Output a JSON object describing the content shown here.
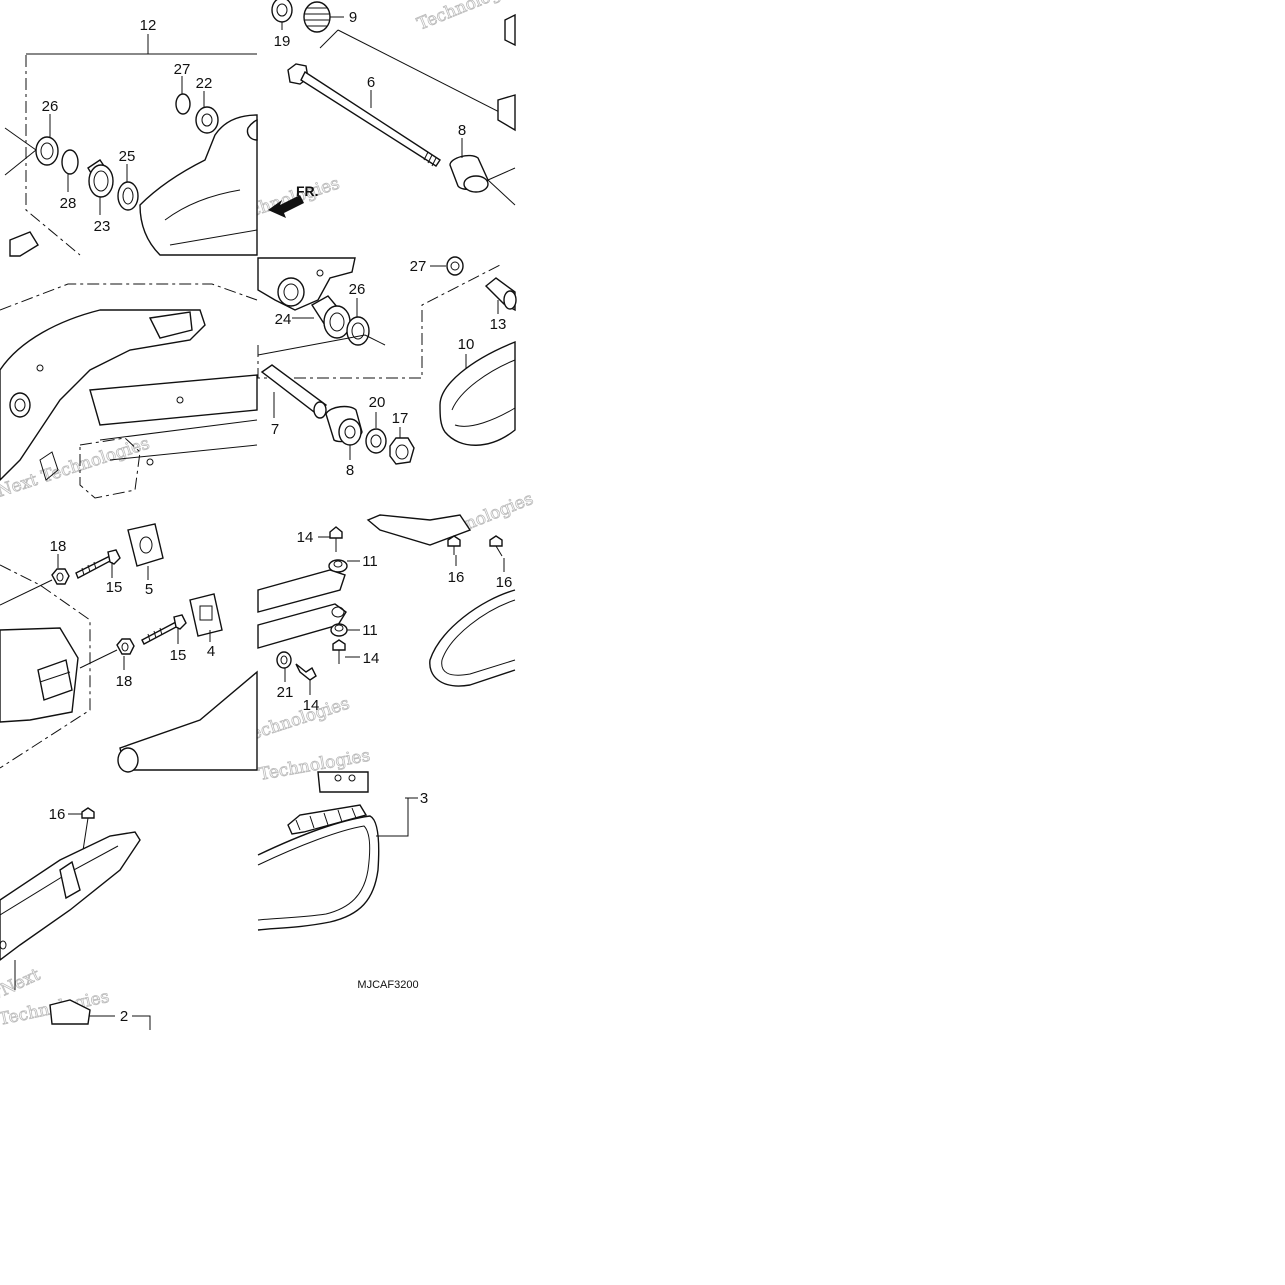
{
  "diagram": {
    "drawing_code": "MJCAF3200",
    "front_indicator": "FR.",
    "watermarks": [
      "vNext Technologies",
      "Technologies",
      "vNext"
    ],
    "callouts": {
      "c12": "12",
      "c27a": "27",
      "c22": "22",
      "c26a": "26",
      "c25": "25",
      "c28": "28",
      "c23": "23",
      "c19": "19",
      "c9": "9",
      "c6": "6",
      "c8a": "8",
      "c27b": "27",
      "c26b": "26",
      "c24": "24",
      "c13": "13",
      "c10": "10",
      "c7": "7",
      "c20": "20",
      "c17": "17",
      "c8b": "8",
      "c18a": "18",
      "c15a": "15",
      "c5": "5",
      "c15b": "15",
      "c4": "4",
      "c18b": "18",
      "c14a": "14",
      "c11a": "11",
      "c16a": "16",
      "c16b": "16",
      "c11b": "11",
      "c14b": "14",
      "c21": "21",
      "c14c": "14",
      "c16c": "16",
      "c2": "2",
      "c3": "3"
    }
  }
}
